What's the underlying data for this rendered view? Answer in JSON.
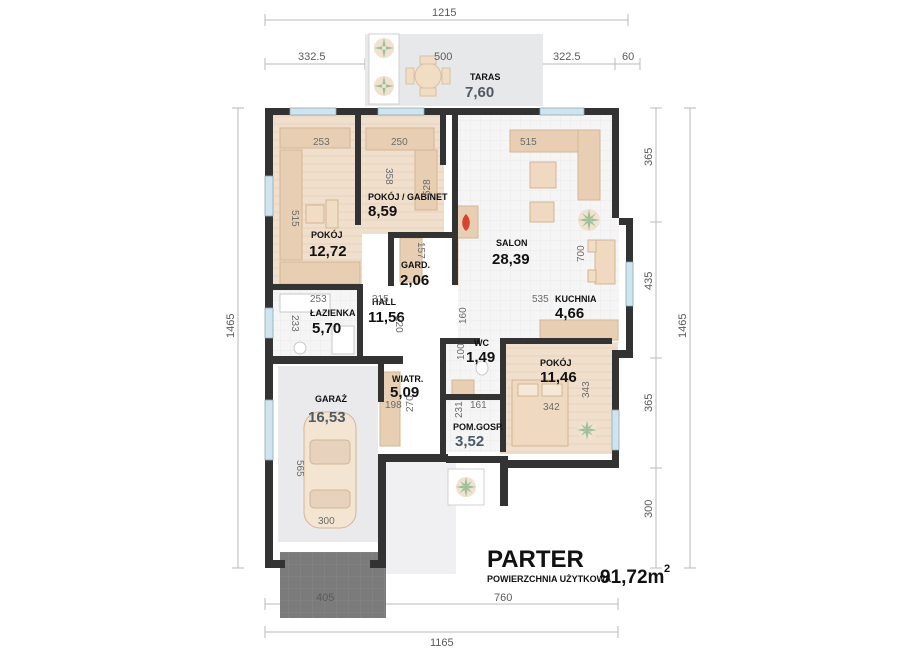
{
  "plan": {
    "title": "PARTER",
    "subtitle": "POWIERZCHNIA UŻYTKOWA",
    "total_area": "91,72m",
    "total_area_sup": "2"
  },
  "dimensions": {
    "top_total": "1215",
    "top_left": "332.5",
    "top_mid": "500",
    "top_right": "322.5",
    "top_small": "60",
    "left_total": "1465",
    "right_total": "1465",
    "right_1": "365",
    "right_2": "435",
    "right_3": "365",
    "right_4": "300",
    "bottom_1": "405",
    "bottom_2": "760",
    "bottom_total": "1165"
  },
  "rooms": [
    {
      "key": "taras",
      "name": "TARAS",
      "area": "7,60"
    },
    {
      "key": "pokoj_gabinet",
      "name": "POKÓJ / GABINET",
      "area": "8,59"
    },
    {
      "key": "pokoj1",
      "name": "POKÓJ",
      "area": "12,72"
    },
    {
      "key": "gard",
      "name": "GARD.",
      "area": "2,06"
    },
    {
      "key": "salon",
      "name": "SALON",
      "area": "28,39"
    },
    {
      "key": "hall",
      "name": "HALL",
      "area": "11,56"
    },
    {
      "key": "lazienka",
      "name": "ŁAZIENKA",
      "area": "5,70"
    },
    {
      "key": "kuchnia",
      "name": "KUCHNIA",
      "area": "4,66"
    },
    {
      "key": "wc",
      "name": "WC",
      "area": "1,49"
    },
    {
      "key": "pokoj2",
      "name": "POKÓJ",
      "area": "11,46"
    },
    {
      "key": "wiatr",
      "name": "WIATR.",
      "area": "5,09"
    },
    {
      "key": "garaz",
      "name": "GARAŻ",
      "area": "16,53"
    },
    {
      "key": "pom_gosp",
      "name": "POM.GOSP.",
      "area": "3,52"
    }
  ],
  "room_dims": {
    "d253a": "253",
    "d250": "250",
    "d515a": "515",
    "d515b": "515",
    "d358": "358",
    "d528": "528",
    "d157": "157",
    "d700": "700",
    "d253b": "253",
    "d315": "315",
    "d535": "535",
    "d233": "233",
    "d220": "220",
    "d160": "160",
    "d100": "100",
    "d270": "270",
    "d198": "198",
    "d231": "231",
    "d161": "161",
    "d342": "342",
    "d343": "343",
    "d565": "565",
    "d300": "300"
  },
  "colors": {
    "wall": "#333333",
    "floor_wood": "#eedcc8",
    "furniture": "#e8cfb3",
    "terrace": "#e7e8ea",
    "garage_floor": "#eaeaec",
    "driveway": "#818181",
    "window": "#cfe4ee",
    "dimension_line": "#b9b9b9"
  },
  "icons": [
    "fireplace-icon",
    "plant-icon",
    "car-icon"
  ]
}
